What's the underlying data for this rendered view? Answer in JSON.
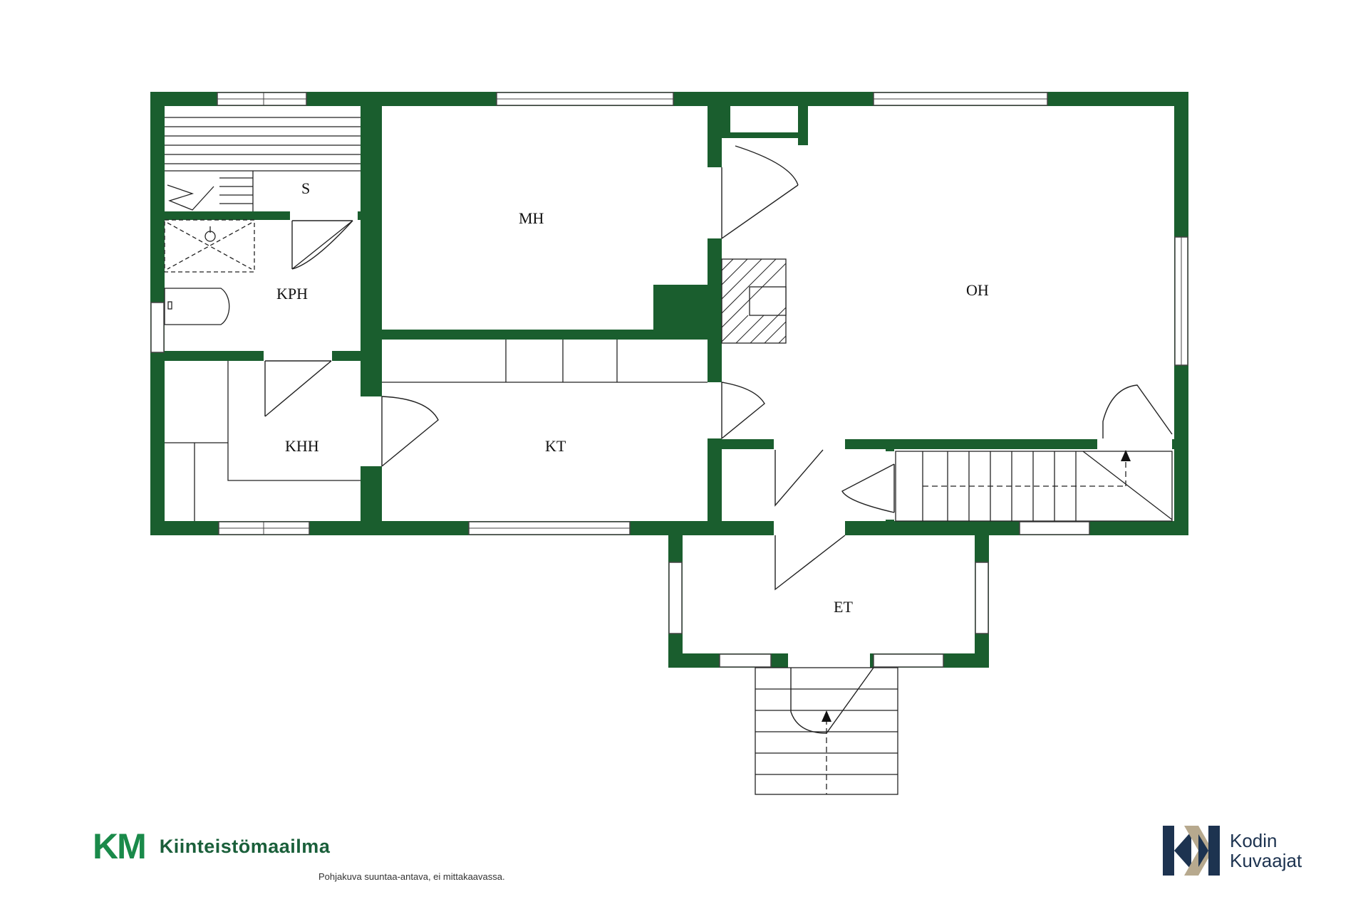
{
  "colors": {
    "wall": "#1a5e2e",
    "line": "#222222",
    "km_green": "#1a8a4a",
    "kk_navy": "#1d3350",
    "kk_gold": "#b7a98e"
  },
  "rooms": {
    "s": "S",
    "mh": "MH",
    "kph": "KPH",
    "oh": "OH",
    "khh": "KHH",
    "kt": "KT",
    "et": "ET"
  },
  "footer": {
    "km_mark": "KM",
    "km_name": "Kiinteistömaailma",
    "disclaimer": "Pohjakuva suuntaa-antava, ei mittakaavassa."
  },
  "kodin_kuvaajat": {
    "line1": "Kodin",
    "line2": "Kuvaajat"
  }
}
